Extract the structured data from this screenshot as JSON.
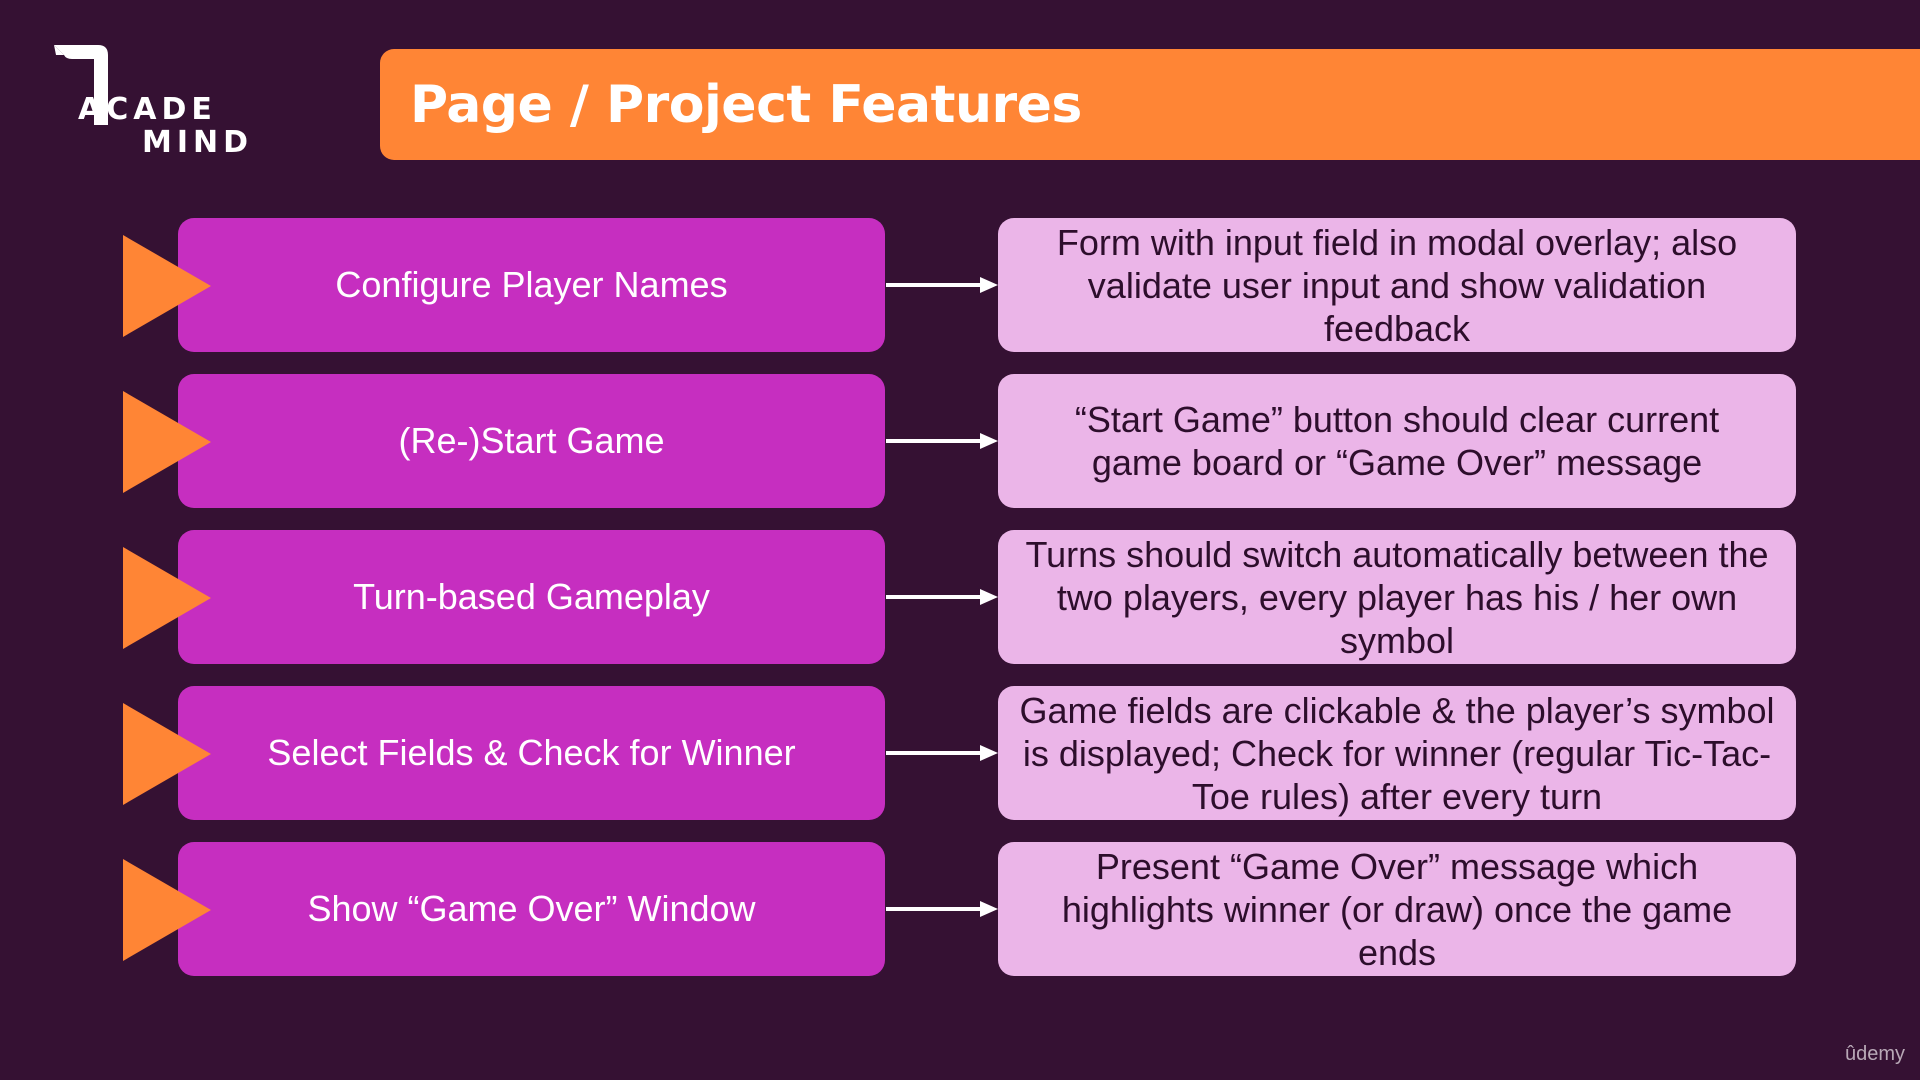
{
  "brand": {
    "line1": "ACADE",
    "line2": "MIND"
  },
  "title": "Page / Project Features",
  "features": [
    {
      "label": "Configure Player Names",
      "description": "Form with input field in modal overlay; also validate user input and show validation feedback"
    },
    {
      "label": "(Re-)Start Game",
      "description": "“Start Game” button should clear current game board or “Game Over” message"
    },
    {
      "label": "Turn-based Gameplay",
      "description": "Turns should switch automatically between the two players, every player has his / her own symbol"
    },
    {
      "label": "Select Fields & Check for Winner",
      "description": "Game fields are clickable & the player’s symbol is displayed; Check for winner (regular Tic-Tac-Toe rules) after every turn"
    },
    {
      "label": "Show “Game Over” Window",
      "description": "Present “Game Over” message which highlights winner (or draw) once the game ends"
    }
  ],
  "watermark": "ûdemy",
  "colors": {
    "background": "#351133",
    "banner": "#ff8535",
    "feature_box": "#c62ec0",
    "description_box": "#ebb5e8",
    "play_icon": "#ff8535",
    "arrow": "#ffffff"
  },
  "icons": {
    "logo": "academind-logo-icon",
    "bullet": "play-triangle-icon",
    "connector": "arrow-right-icon"
  }
}
